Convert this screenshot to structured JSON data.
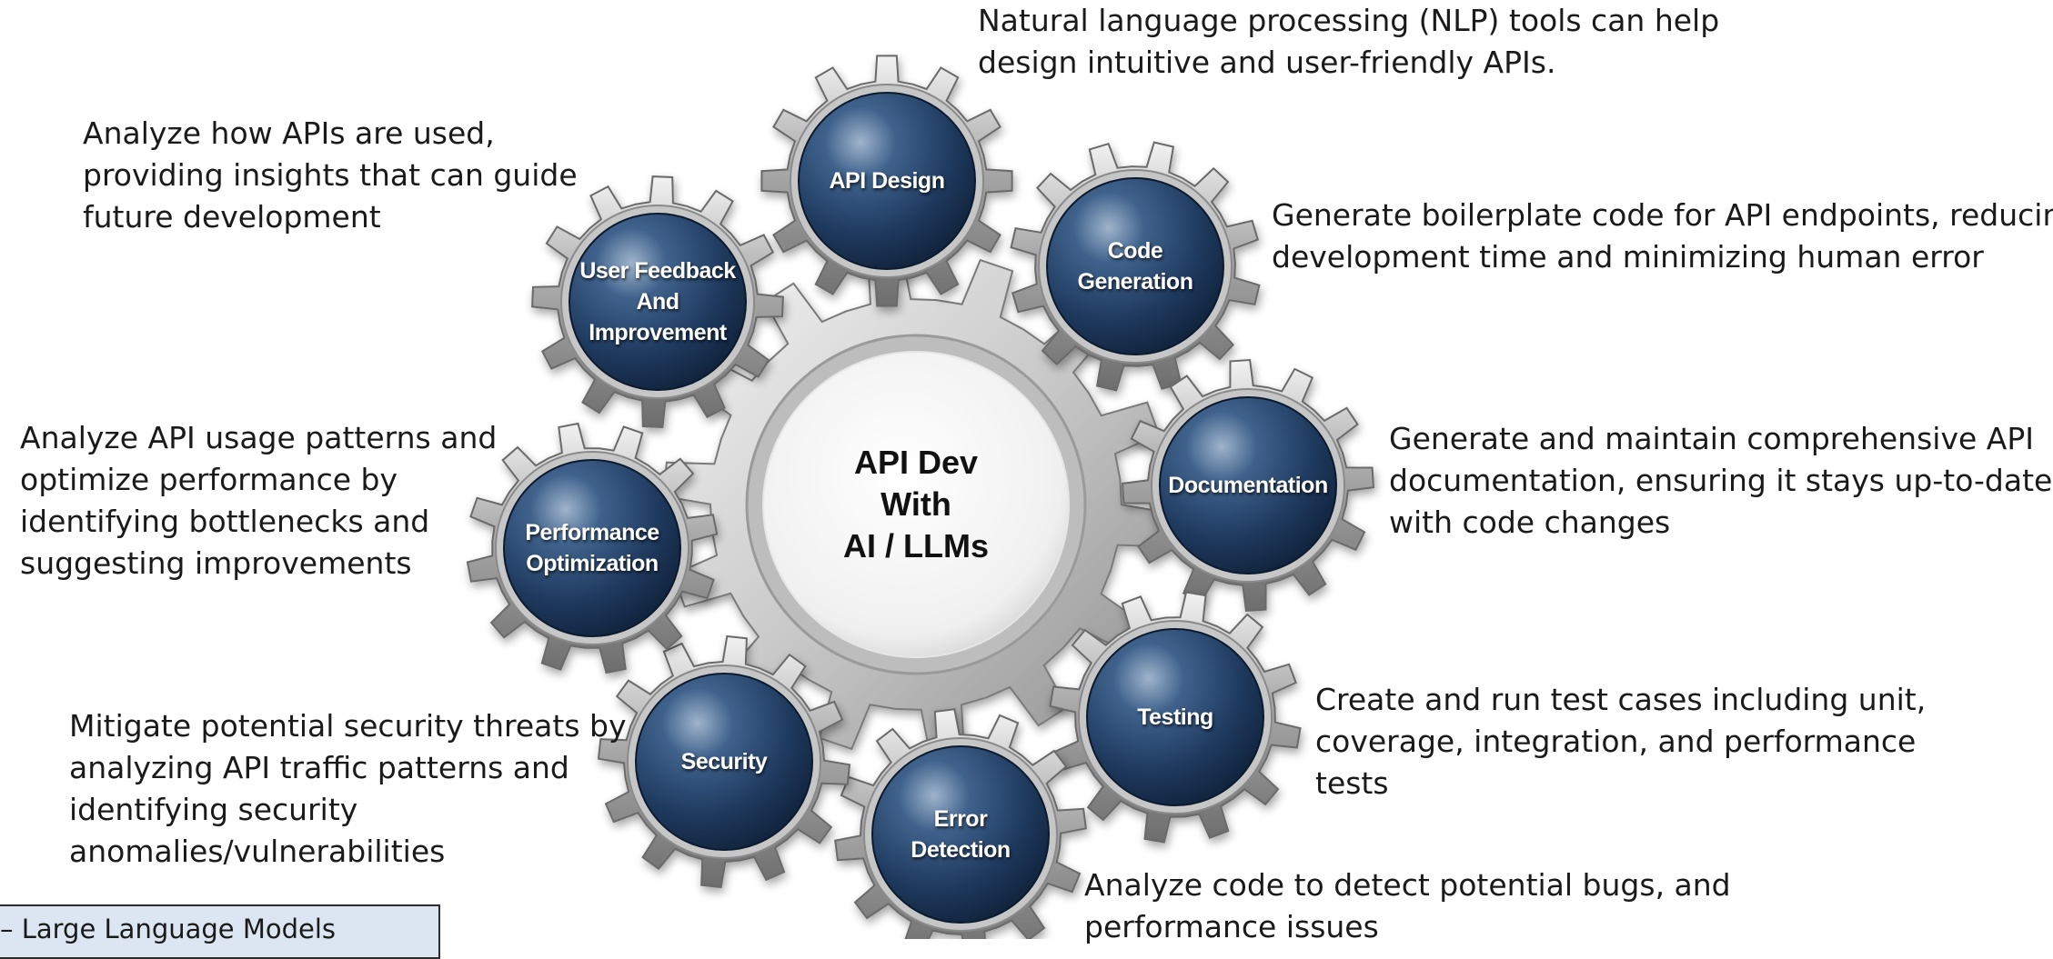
{
  "center": {
    "lines": [
      "API Dev",
      "With",
      "AI / LLMs"
    ]
  },
  "gears": [
    {
      "id": "api-design",
      "lines": [
        "API Design"
      ]
    },
    {
      "id": "code-generation",
      "lines": [
        "Code",
        "Generation"
      ]
    },
    {
      "id": "documentation",
      "lines": [
        "Documentation"
      ]
    },
    {
      "id": "testing",
      "lines": [
        "Testing"
      ]
    },
    {
      "id": "error-detection",
      "lines": [
        "Error",
        "Detection"
      ]
    },
    {
      "id": "security",
      "lines": [
        "Security"
      ]
    },
    {
      "id": "performance-optimization",
      "lines": [
        "Performance",
        "Optimization"
      ]
    },
    {
      "id": "user-feedback",
      "lines": [
        "User Feedback",
        "And",
        "Improvement"
      ]
    }
  ],
  "descriptions": [
    {
      "id": "api-design",
      "lines": [
        "Natural language processing (NLP) tools can help",
        "design intuitive and user-friendly APIs."
      ]
    },
    {
      "id": "code-generation",
      "lines": [
        "Generate boilerplate code for API endpoints, reducing",
        "development time and minimizing human error"
      ]
    },
    {
      "id": "documentation",
      "lines": [
        "Generate and maintain comprehensive API",
        "documentation, ensuring it stays up-to-date",
        "with code changes"
      ]
    },
    {
      "id": "testing",
      "lines": [
        "Create and run test cases including unit,",
        "coverage, integration, and performance",
        "tests"
      ]
    },
    {
      "id": "error-detection",
      "lines": [
        "Analyze code to detect potential bugs, and",
        "performance issues"
      ]
    },
    {
      "id": "security",
      "lines": [
        "Mitigate potential security threats by",
        "analyzing API traffic patterns and",
        "identifying security",
        "anomalies/vulnerabilities"
      ]
    },
    {
      "id": "performance-optimization",
      "lines": [
        "Analyze API usage patterns and",
        "optimize performance by",
        "identifying bottlenecks and",
        "suggesting improvements"
      ]
    },
    {
      "id": "user-feedback",
      "lines": [
        "Analyze how APIs are used,",
        "providing insights that can guide",
        "future development"
      ]
    }
  ],
  "legend": {
    "text": "– Large Language Models"
  },
  "colors": {
    "gear_face": "#1f3a5f",
    "gear_metal": "#9a9a9a",
    "center_face": "#f4f4f4",
    "text": "#1a1a1a",
    "legend_fill": "#dce6f2"
  }
}
